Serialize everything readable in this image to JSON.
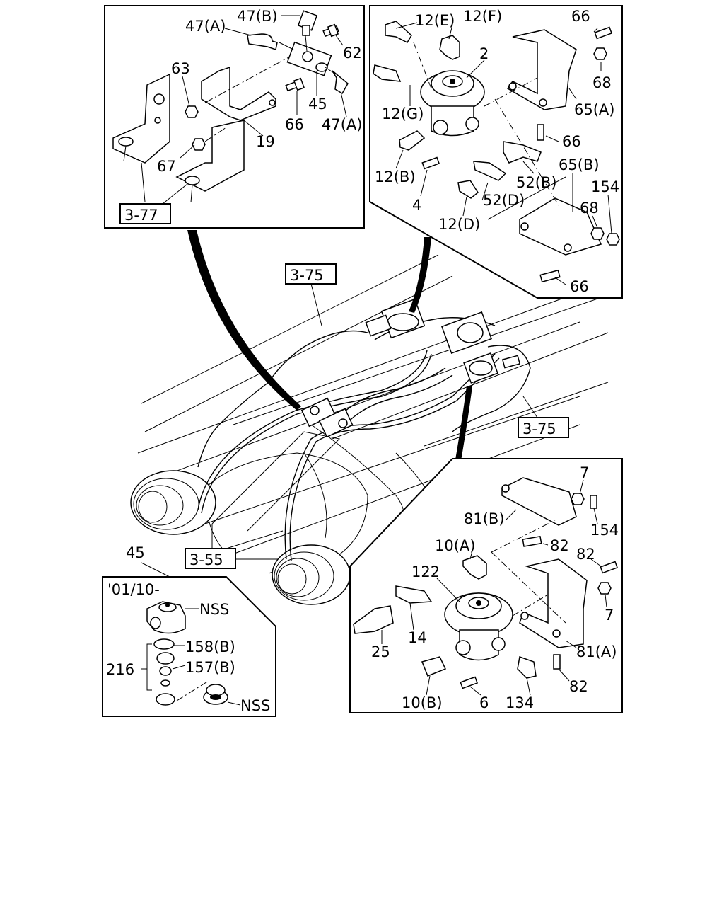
{
  "refs": {
    "r377": "3-77",
    "r375a": "3-75",
    "r375b": "3-75",
    "r355": "3-55"
  },
  "panel_tl": {
    "l47b": "47(B)",
    "l47a_top": "47(A)",
    "l62": "62",
    "l63": "63",
    "l45": "45",
    "l66": "66",
    "l47a_bot": "47(A)",
    "l19": "19",
    "l67": "67"
  },
  "panel_tr": {
    "l12e": "12(E)",
    "l12f": "12(F)",
    "l66a": "66",
    "l2": "2",
    "l68a": "68",
    "l12g": "12(G)",
    "l65a": "65(A)",
    "l66b": "66",
    "l12b": "12(B)",
    "l52b": "52(B)",
    "l65b": "65(B)",
    "l154": "154",
    "l4": "4",
    "l52d": "52(D)",
    "l68b": "68",
    "l12d": "12(D)",
    "l66c": "66"
  },
  "panel_br": {
    "l7a": "7",
    "l81b": "81(B)",
    "l154": "154",
    "l10a": "10(A)",
    "l82a": "82",
    "l82b": "82",
    "l122": "122",
    "l7b": "7",
    "l14": "14",
    "l25": "25",
    "l81a": "81(A)",
    "l10b": "10(B)",
    "l6": "6",
    "l134": "134",
    "l82c": "82"
  },
  "panel_bl": {
    "l45": "45",
    "date": "'01/10-",
    "nss_top": "NSS",
    "l158b": "158(B)",
    "l216": "216",
    "l157b": "157(B)",
    "nss_bot": "NSS"
  }
}
